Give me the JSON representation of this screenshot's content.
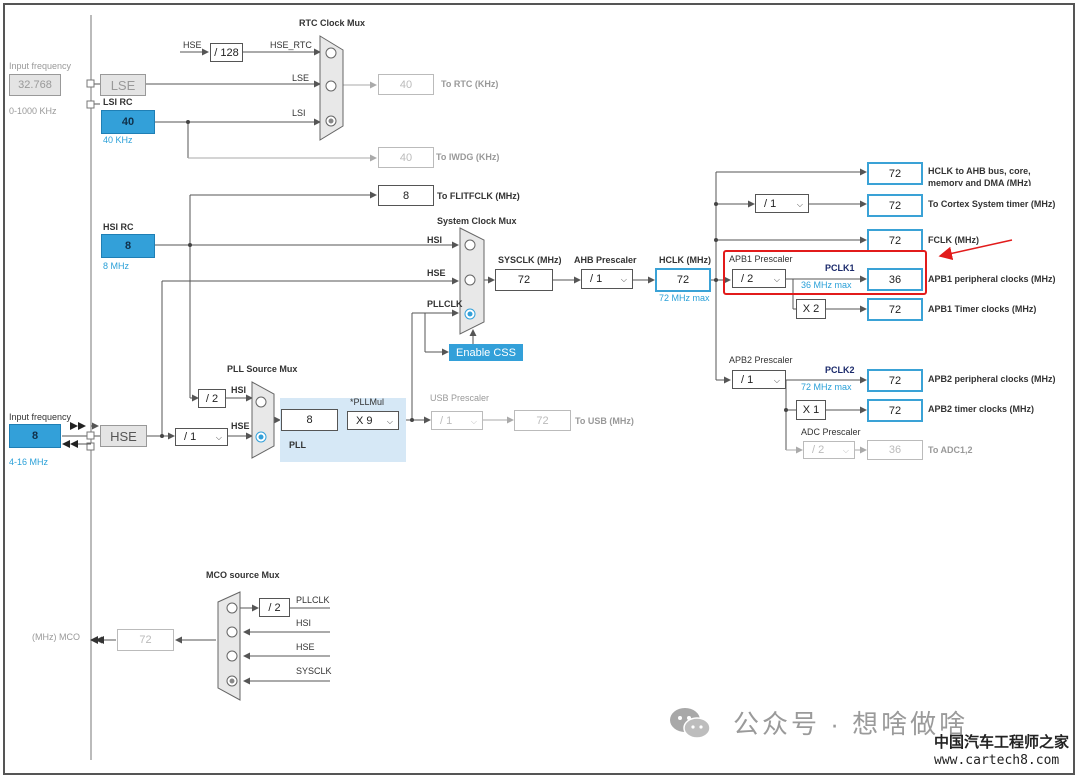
{
  "rtc": {
    "title": "RTC Clock Mux",
    "hse_label": "HSE",
    "div128": "/ 128",
    "hse_rtc": "HSE_RTC",
    "lse_in": "LSE",
    "lsi_in": "LSI",
    "to_rtc_val": "40",
    "to_rtc_label": "To RTC (KHz)",
    "to_iwdg_val": "40",
    "to_iwdg_label": "To IWDG (KHz)"
  },
  "lse": {
    "input_freq_label": "Input frequency",
    "value": "32.768",
    "range": "0-1000 KHz",
    "name": "LSE"
  },
  "lsi": {
    "title": "LSI RC",
    "value": "40",
    "unit": "40 KHz"
  },
  "flit": {
    "value": "8",
    "label": "To FLITFCLK (MHz)"
  },
  "hsi": {
    "title": "HSI RC",
    "value": "8",
    "unit": "8 MHz"
  },
  "sysmux": {
    "title": "System Clock Mux",
    "hsi": "HSI",
    "hse": "HSE",
    "pllclk": "PLLCLK",
    "enable_css": "Enable CSS"
  },
  "sysclk": {
    "label": "SYSCLK (MHz)",
    "value": "72"
  },
  "ahb": {
    "label": "AHB Prescaler",
    "value": "/ 1"
  },
  "hclk": {
    "label": "HCLK (MHz)",
    "value": "72",
    "max": "72 MHz max"
  },
  "outputs": {
    "ahb_val": "72",
    "ahb_label": "HCLK to AHB bus, core,",
    "ahb_label2": "memory and DMA (MHz)",
    "cortex_div": "/ 1",
    "cortex_val": "72",
    "cortex_label": "To Cortex System timer (MHz)",
    "fclk_val": "72",
    "fclk_label": "FCLK (MHz)"
  },
  "apb1": {
    "title": "APB1 Prescaler",
    "div": "/ 2",
    "pclk": "PCLK1",
    "max": "36 MHz max",
    "periph_val": "36",
    "periph_label": "APB1 peripheral clocks (MHz)",
    "mult": "X 2",
    "timer_val": "72",
    "timer_label": "APB1 Timer clocks (MHz)"
  },
  "apb2": {
    "title": "APB2 Prescaler",
    "div": "/ 1",
    "pclk": "PCLK2",
    "max": "72 MHz max",
    "periph_val": "72",
    "periph_label": "APB2 peripheral clocks (MHz)",
    "mult": "X 1",
    "timer_val": "72",
    "timer_label": "APB2 timer clocks (MHz)"
  },
  "adc": {
    "title": "ADC Prescaler",
    "div": "/ 2",
    "value": "36",
    "label": "To ADC1,2"
  },
  "hse": {
    "input_freq_label": "Input frequency",
    "value": "8",
    "range": "4-16 MHz",
    "name": "HSE",
    "div": "/ 1"
  },
  "pll": {
    "src_title": "PLL Source Mux",
    "div2": "/ 2",
    "hsi": "HSI",
    "hse": "HSE",
    "value": "8",
    "mul_label": "*PLLMul",
    "mul": "X 9",
    "name": "PLL"
  },
  "usb": {
    "title": "USB Prescaler",
    "div": "/ 1",
    "value": "72",
    "label": "To USB (MHz)"
  },
  "mco": {
    "title": "MCO source Mux",
    "div2": "/ 2",
    "pllclk": "PLLCLK",
    "hsi": "HSI",
    "hse": "HSE",
    "sysclk": "SYSCLK",
    "value": "72",
    "label": "(MHz) MCO"
  },
  "watermark": {
    "text": "公众号 · 想啥做啥",
    "site_cn": "中国汽车工程师之家",
    "site_url": "www.cartech8.com"
  },
  "colors": {
    "accent": "#33a0d9",
    "highlight": "#e21b1b",
    "wire": "#555555"
  }
}
